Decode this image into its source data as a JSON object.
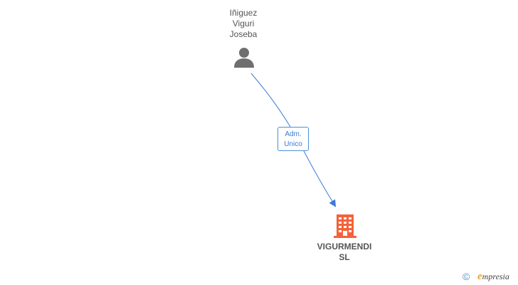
{
  "person": {
    "name_lines": [
      "Iñiguez",
      "Viguri",
      "Joseba"
    ],
    "icon": "person-icon"
  },
  "relation": {
    "label_lines": [
      "Adm.",
      "Unico"
    ],
    "edge_color": "#3a7bd5"
  },
  "company": {
    "name_lines": [
      "VIGURMENDI",
      "SL"
    ],
    "icon": "building-icon",
    "icon_color": "#f4623a"
  },
  "footer": {
    "copyright_symbol": "©",
    "brand_first_letter": "e",
    "brand_rest": "mpresia"
  }
}
